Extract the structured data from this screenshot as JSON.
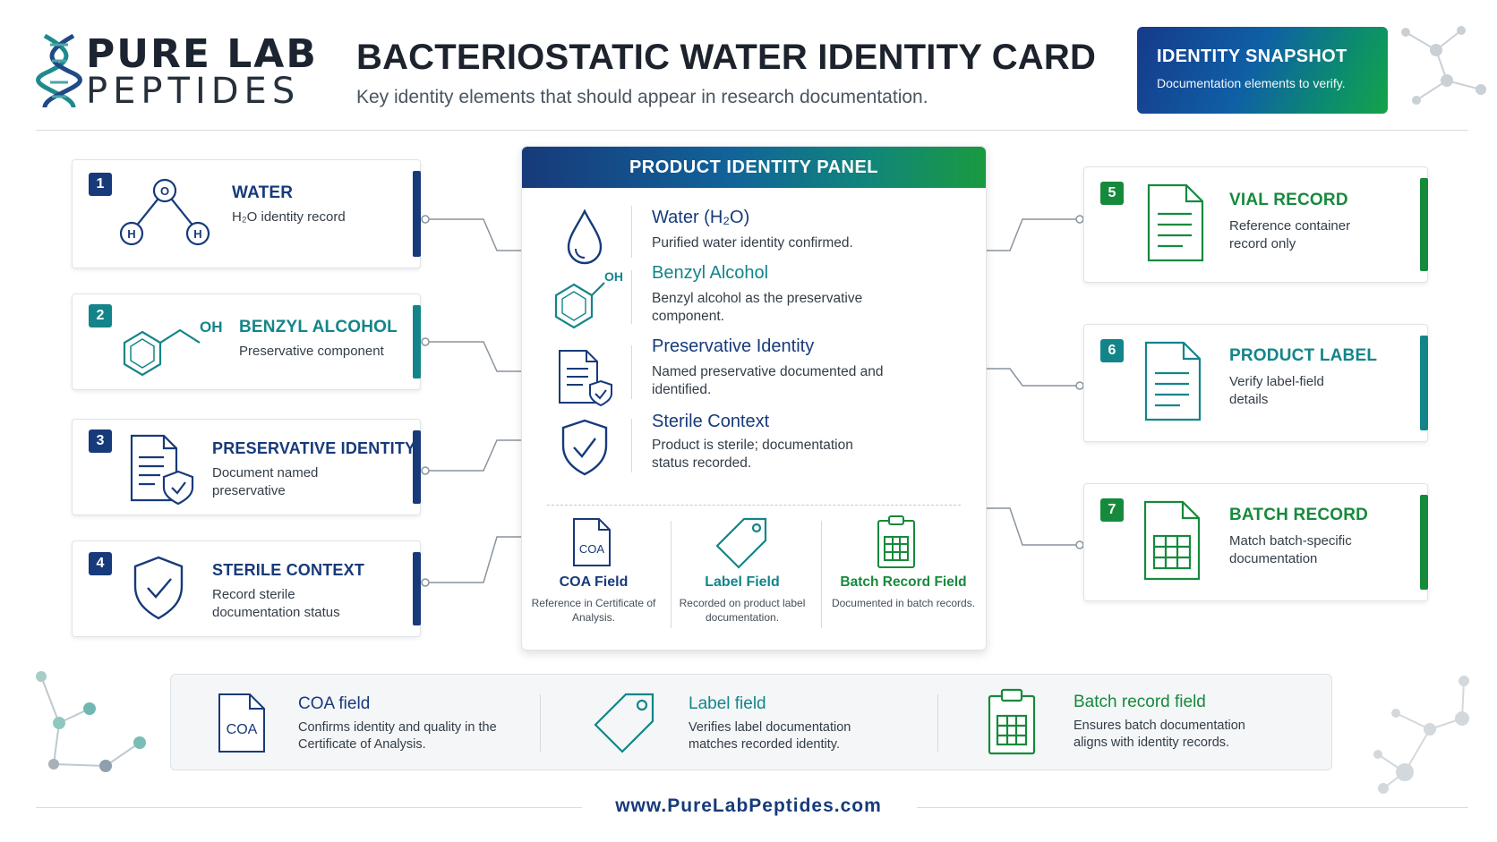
{
  "brand": {
    "line1": "PURE LAB",
    "line2": "PEPTIDES"
  },
  "header": {
    "title": "BACTERIOSTATIC WATER IDENTITY CARD",
    "subtitle": "Key identity elements that should appear in research documentation."
  },
  "snapshot": {
    "title": "IDENTITY SNAPSHOT",
    "subtitle": "Documentation elements to verify."
  },
  "left_cards": [
    {
      "num": "1",
      "title": "WATER",
      "desc": "H₂O identity record",
      "atoms": [
        "O",
        "H",
        "H"
      ]
    },
    {
      "num": "2",
      "title": "BENZYL ALCOHOL",
      "desc": "Preservative component",
      "label": "OH"
    },
    {
      "num": "3",
      "title": "PRESERVATIVE IDENTITY",
      "desc": "Document named preservative"
    },
    {
      "num": "4",
      "title": "STERILE CONTEXT",
      "desc": "Record sterile documentation status"
    }
  ],
  "right_cards": [
    {
      "num": "5",
      "title": "VIAL RECORD",
      "desc": "Reference container record only"
    },
    {
      "num": "6",
      "title": "PRODUCT LABEL",
      "desc": "Verify label-field details"
    },
    {
      "num": "7",
      "title": "BATCH RECORD",
      "desc": "Match batch-specific documentation"
    }
  ],
  "panel": {
    "title": "PRODUCT IDENTITY PANEL",
    "rows": [
      {
        "title": "Water (H₂O)",
        "desc": "Purified water identity confirmed."
      },
      {
        "title": "Benzyl Alcohol",
        "desc": "Benzyl alcohol as the preservative component.",
        "label": "OH"
      },
      {
        "title": "Preservative Identity",
        "desc": "Named preservative documented and identified."
      },
      {
        "title": "Sterile Context",
        "desc": "Product is sterile; documentation status recorded."
      }
    ],
    "fields": [
      {
        "title": "COA Field",
        "desc": "Reference in Certificate of Analysis.",
        "icon_text": "COA"
      },
      {
        "title": "Label Field",
        "desc": "Recorded on product label documentation."
      },
      {
        "title": "Batch Record Field",
        "desc": "Documented in batch records."
      }
    ]
  },
  "bottom": [
    {
      "title": "COA field",
      "desc": "Confirms identity and quality in the Certificate of Analysis.",
      "icon_text": "COA"
    },
    {
      "title": "Label field",
      "desc": "Verifies label documentation matches recorded identity."
    },
    {
      "title": "Batch record field",
      "desc": "Ensures batch documentation aligns with identity records."
    }
  ],
  "footer": {
    "url": "www.PureLabPeptides.com"
  },
  "colors": {
    "navy": "#173a7a",
    "teal": "#13858a",
    "green": "#168a3c"
  }
}
